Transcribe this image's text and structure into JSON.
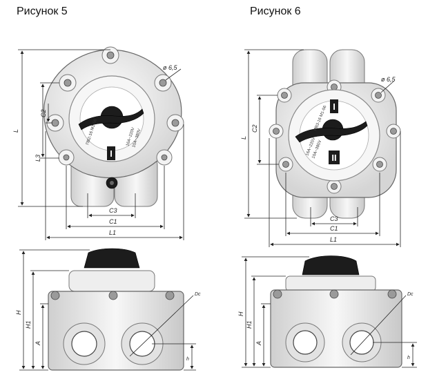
{
  "figures": [
    {
      "title": "Рисунок 5",
      "top_view": {
        "hole_label": "ø 6,5",
        "dims": [
          "L",
          "L3",
          "C2",
          "C3",
          "C1",
          "L1"
        ],
        "plate_lines": [
          "ПВ2-16 М1-56",
          "16А~220V",
          "10А~380V"
        ],
        "positions": [
          "I"
        ]
      },
      "side_view": {
        "dims": [
          "H",
          "H1",
          "A",
          "h",
          "Dc"
        ]
      }
    },
    {
      "title": "Рисунок 6",
      "top_view": {
        "hole_label": "ø 6,5",
        "dims": [
          "L",
          "C2",
          "C3",
          "C1",
          "L1"
        ],
        "plate_lines": [
          "ПВ3-16 М1-56",
          "16А~220V",
          "10А~380V"
        ],
        "positions": [
          "I",
          "II"
        ]
      },
      "side_view": {
        "dims": [
          "H",
          "H1",
          "A",
          "h",
          "Dc"
        ]
      }
    }
  ]
}
